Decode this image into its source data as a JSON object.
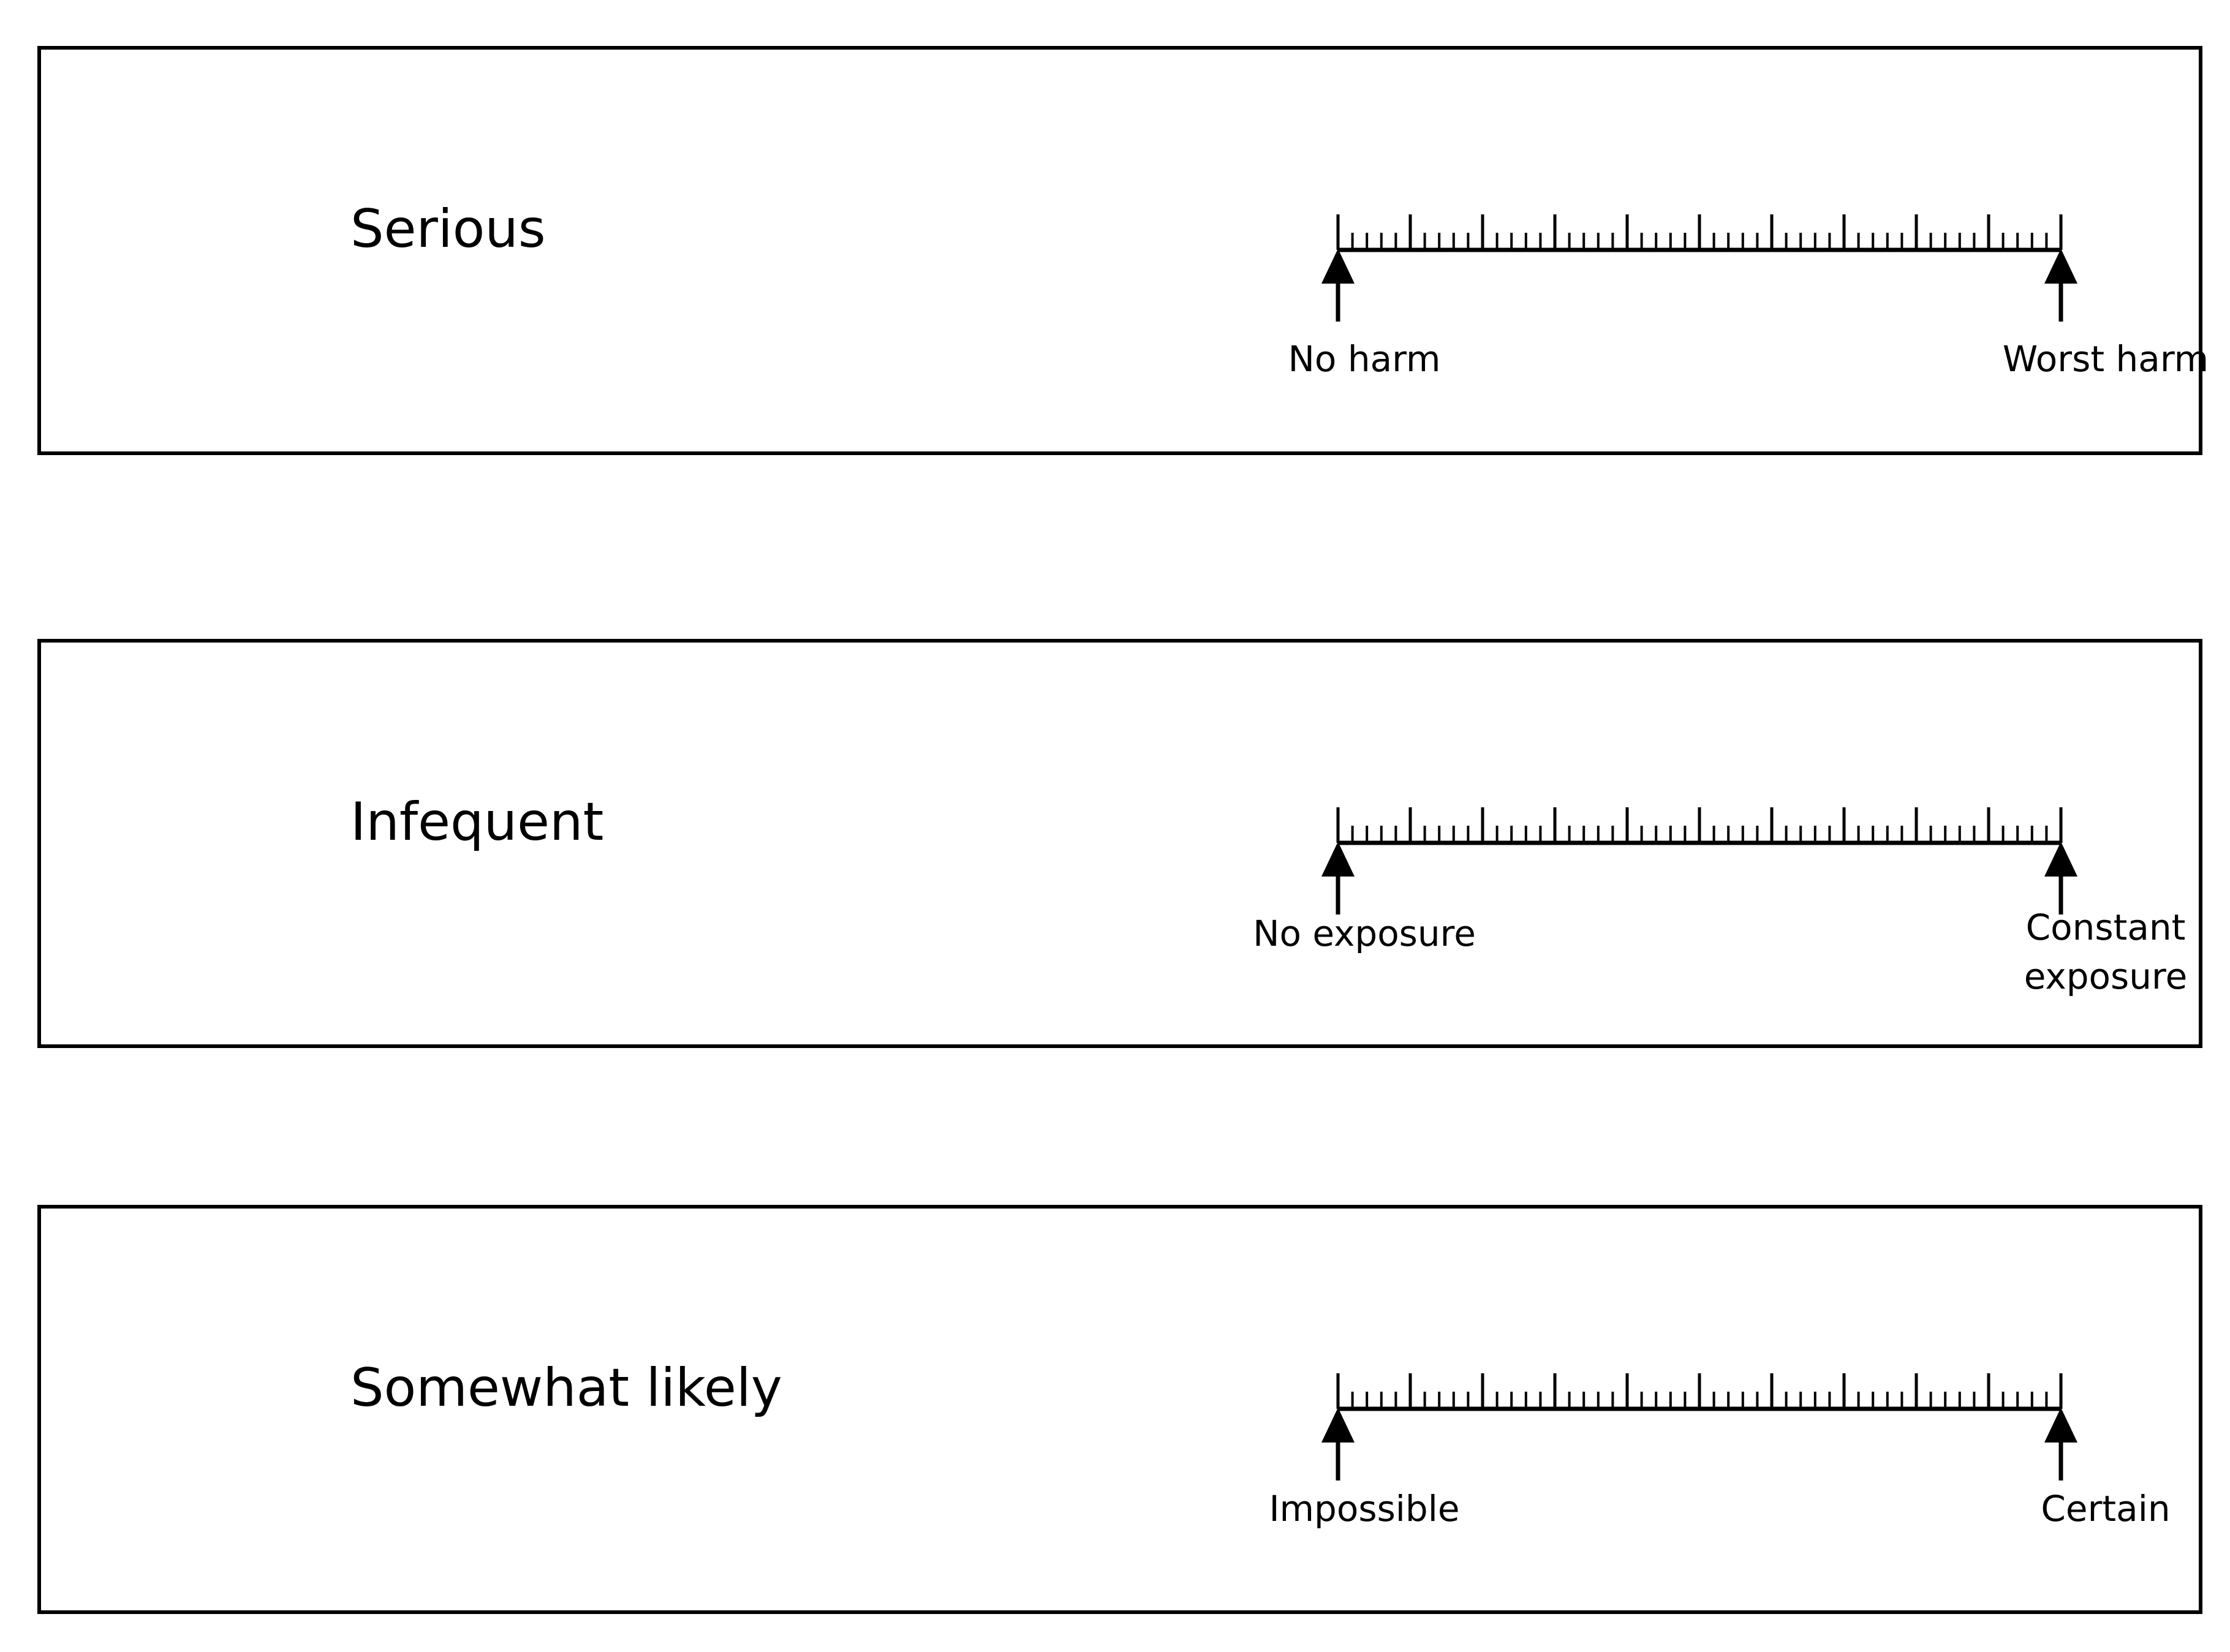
{
  "panels": [
    {
      "id": "severity",
      "label": "Serious",
      "left_end_label": "No harm",
      "right_end_label": "Worst harm"
    },
    {
      "id": "frequency",
      "label": "Infequent",
      "left_end_label": "No exposure",
      "right_end_label": "Constant\nexposure"
    },
    {
      "id": "likelihood",
      "label": "Somewhat likely",
      "left_end_label": "Impossible",
      "right_end_label": "Certain"
    }
  ],
  "scale": {
    "divisions": 50,
    "major_every": 5,
    "has_end_arrows": true
  },
  "colors": {
    "line": "#000000",
    "background": "#ffffff"
  }
}
